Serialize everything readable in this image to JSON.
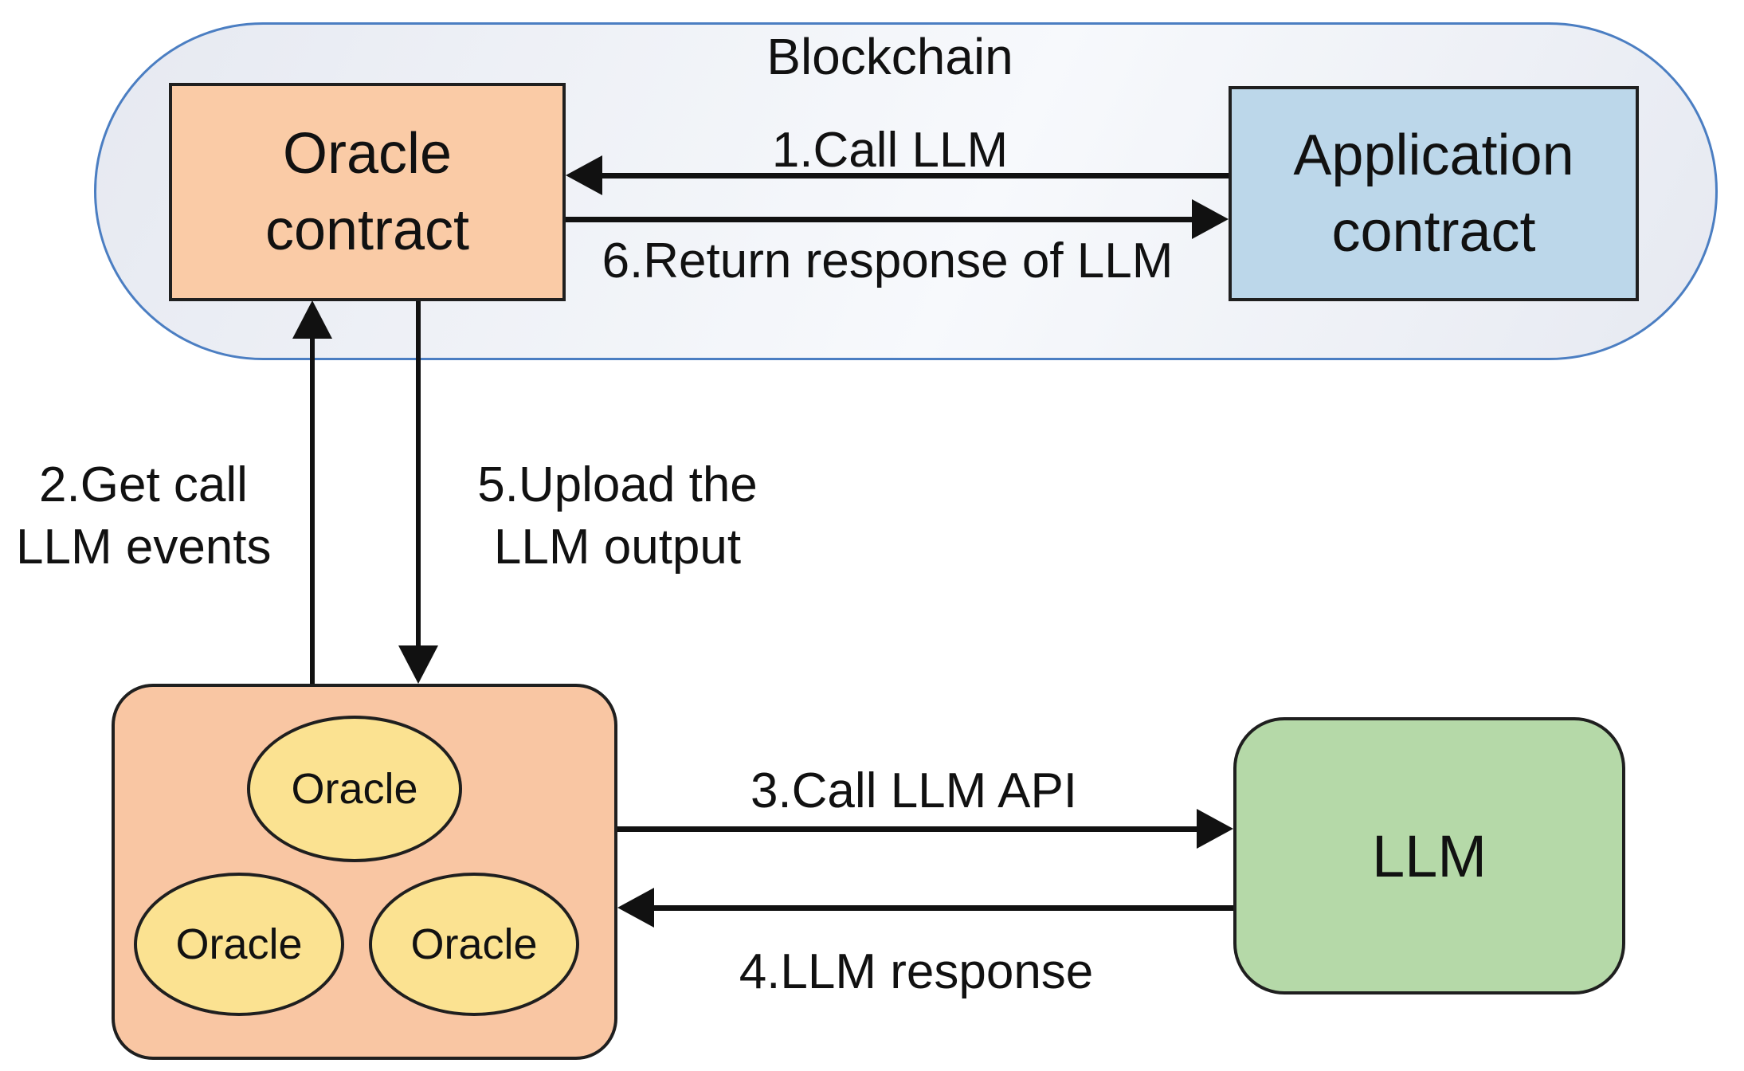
{
  "diagram": {
    "title": "Blockchain",
    "nodes": {
      "oracle_contract": {
        "line1": "Oracle",
        "line2": "contract"
      },
      "application_contract": {
        "line1": "Application",
        "line2": "contract"
      },
      "oracle_group": {
        "oracle1": "Oracle",
        "oracle2": "Oracle",
        "oracle3": "Oracle"
      },
      "llm": {
        "label": "LLM"
      }
    },
    "edges": {
      "call_llm": {
        "label": "1.Call LLM"
      },
      "get_call_llm_events": {
        "line1": "2.Get call",
        "line2": "LLM events"
      },
      "call_llm_api": {
        "label": "3.Call LLM API"
      },
      "llm_response": {
        "label": "4.LLM response"
      },
      "upload_llm_output": {
        "line1": "5.Upload the",
        "line2": "LLM output"
      },
      "return_response_of_llm": {
        "label": "6.Return response of LLM"
      }
    },
    "colors": {
      "blockchain_border": "#4b7ec2",
      "blockchain_fill_start": "#e6e9f1",
      "blockchain_fill_end": "#f7f9fc",
      "oracle_contract_fill": "#facba6",
      "application_contract_fill": "#bcd7ea",
      "oracle_group_fill": "#f9c6a3",
      "oracle_ellipse_fill": "#fbe291",
      "llm_fill": "#b5d9a8",
      "shape_border": "#1f1f1f",
      "arrow_color": "#111111",
      "text_color": "#111111"
    }
  }
}
